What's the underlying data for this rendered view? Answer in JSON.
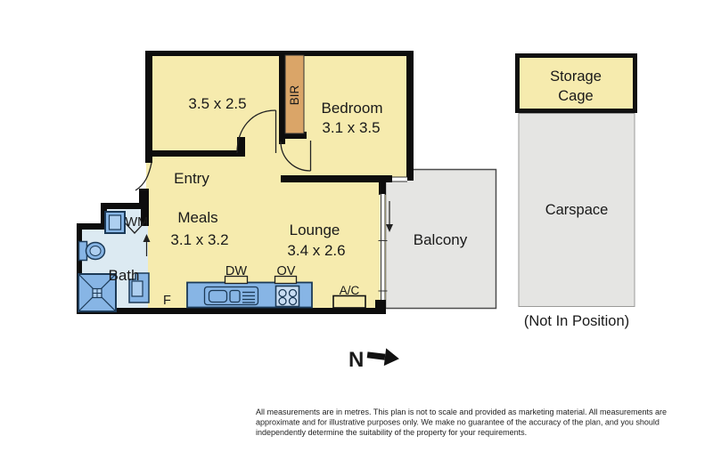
{
  "plan": {
    "room1_dims": "3.5 x 2.5",
    "bedroom_name": "Bedroom",
    "bedroom_dims": "3.1 x 3.5",
    "entry_name": "Entry",
    "meals_name": "Meals",
    "meals_dims": "3.1 x 3.2",
    "lounge_name": "Lounge",
    "lounge_dims": "3.4 x 2.6",
    "bath_name": "Bath",
    "balcony_name": "Balcony",
    "bir_label": "BIR",
    "wm_label": "WM",
    "dw_label": "DW",
    "ov_label": "OV",
    "ac_label": "A/C",
    "fridge_label": "F",
    "storage_line1": "Storage",
    "storage_line2": "Cage",
    "carspace_label": "Carspace",
    "position_note": "(Not In Position)",
    "north_label": "N",
    "colors": {
      "apartment-fill": "#F6EBAE",
      "bath-fill": "#DCEAF2",
      "outdoor-fill": "#E5E5E3",
      "fixture-fill": "#87B5E5",
      "fixture-light-fill": "#AECFF0",
      "fixture-stroke": "#1C3A57",
      "bir-fill": "#DAA568",
      "wall": "#0D0D0D"
    }
  },
  "disclaimer": {
    "line1": "All measurements are in metres. This plan is not to scale and provided as marketing material. All measurements are",
    "line2": "approximate and for illustrative purposes only. We make no guarantee of the accuracy of the plan, and you should",
    "line3": "independently determine the suitability of the property for your requirements."
  }
}
